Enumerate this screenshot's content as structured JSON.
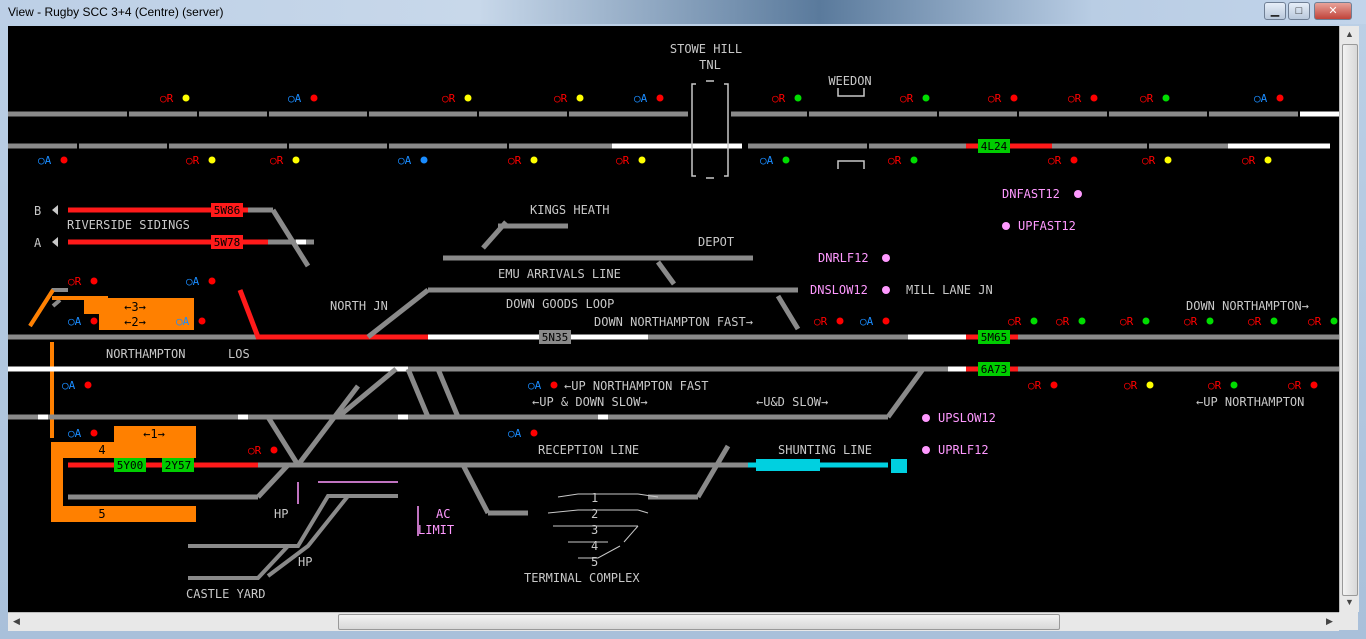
{
  "window": {
    "title": "View - Rugby SCC 3+4 (Centre) (server)",
    "min_glyph": "▁",
    "max_glyph": "□",
    "close_glyph": "✕"
  },
  "colors": {
    "track": "#8a8a8a",
    "set_route": "#ffffff",
    "occupied": "#ff1a1a",
    "siding": "#ff8000",
    "berth_green": "#00cc00",
    "berth_cyan": "#00d0e0",
    "label_gray": "#c8c8c8",
    "label_pink": "#ff99ff",
    "signal_red": "#ff0000",
    "signal_green": "#00dd00",
    "signal_yellow": "#ffff00",
    "signal_blue": "#1a8cff"
  },
  "labels": {
    "stowe_hill": "STOWE HILL",
    "tnl": "TNL",
    "weedon": "WEEDON",
    "riverside": "RIVERSIDE SIDINGS",
    "b": "B",
    "a": "A",
    "kings_heath": "KINGS HEATH",
    "depot": "DEPOT",
    "emu_arrivals": "EMU ARRIVALS LINE",
    "down_goods": "DOWN GOODS LOOP",
    "north_jn": "NORTH JN",
    "down_nfast": "DOWN NORTHAMPTON FAST→",
    "northampton": "NORTHAMPTON",
    "los": "LOS",
    "up_nfast": "←UP NORTHAMPTON FAST",
    "up_down_slow": "←UP & DOWN SLOW→",
    "ud_slow": "←U&D SLOW→",
    "reception": "RECEPTION LINE",
    "shunting": "SHUNTING LINE",
    "terminal": "TERMINAL COMPLEX",
    "castle_yard": "CASTLE YARD",
    "hp1": "HP",
    "hp2": "HP",
    "ac": "AC",
    "limit": "LIMIT",
    "mill_lane": "MILL LANE JN",
    "down_northampton": "DOWN NORTHAMPTON→",
    "up_northampton": "←UP NORTHAMPTON",
    "dnfast12": "DNFAST12",
    "upfast12": "UPFAST12",
    "dnrlf12": "DNRLF12",
    "dnslow12": "DNSLOW12",
    "upslow12": "UPSLOW12",
    "uprlf12": "UPRLF12",
    "road4": "4",
    "road5": "5",
    "road3": "←3→",
    "road2": "←2→",
    "road1": "←1→",
    "t1": "1",
    "t2": "2",
    "t3": "3",
    "t4": "4",
    "t5": "5"
  },
  "berths": {
    "b4l24": "4L24",
    "b5w86": "5W86",
    "b5w78": "5W78",
    "b5n35": "5N35",
    "b5m65": "5M65",
    "b6a73": "6A73",
    "b5y00": "5Y00",
    "b2y57": "2Y57"
  },
  "aspect_letters": {
    "r": "R",
    "a": "A"
  }
}
